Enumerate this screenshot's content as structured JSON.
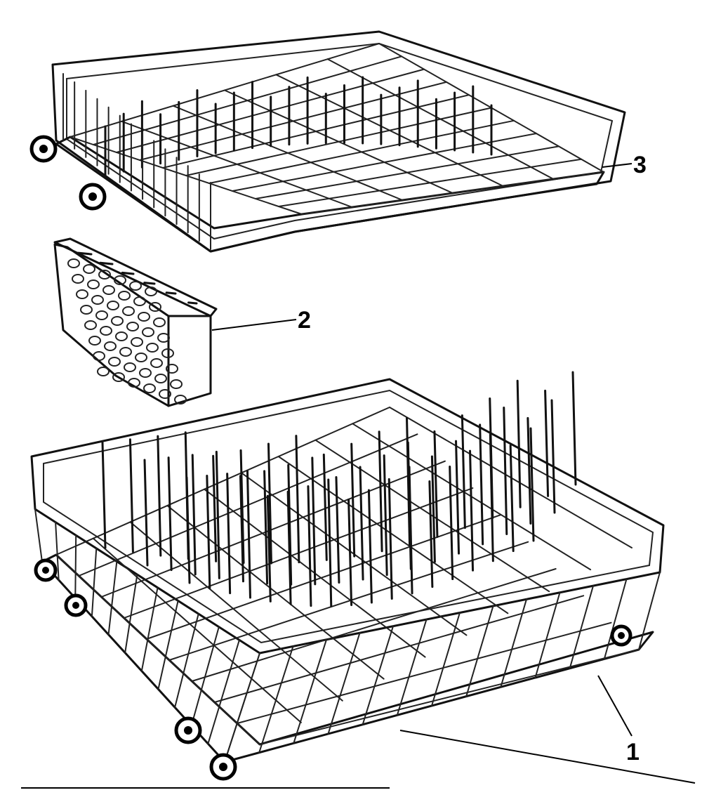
{
  "diagram": {
    "parts": [
      {
        "id": "lower-rack",
        "callout": "1"
      },
      {
        "id": "silverware-basket",
        "callout": "2"
      },
      {
        "id": "upper-rack",
        "callout": "3"
      }
    ]
  },
  "colors": {
    "line": "#000000",
    "background": "#ffffff"
  }
}
